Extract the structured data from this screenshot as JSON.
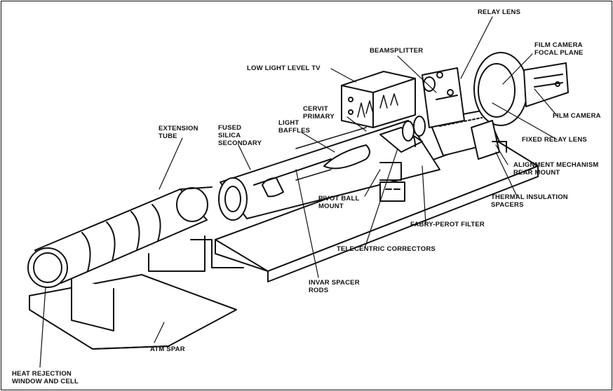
{
  "labels": {
    "relay_lens": [
      "RELAY LENS"
    ],
    "beamsplitter": [
      "BEAMSPLITTER"
    ],
    "film_camera_focal_plane": [
      "FILM CAMERA",
      "FOCAL PLANE"
    ],
    "low_light_level_tv": [
      "LOW LIGHT LEVEL TV"
    ],
    "film_camera": [
      "FILM CAMERA"
    ],
    "cervit_primary": [
      "CERVIT",
      "PRIMARY"
    ],
    "light_baffles": [
      "LIGHT",
      "BAFFLES"
    ],
    "extension_tube": [
      "EXTENSION",
      "TUBE"
    ],
    "fused_silica_secondary": [
      "FUSED",
      "SILICA",
      "SECONDARY"
    ],
    "fixed_relay_lens": [
      "FIXED RELAY LENS"
    ],
    "alignment_mechanism_rear_mount": [
      "ALIGNMENT MECHANISM",
      "REAR MOUNT"
    ],
    "thermal_insulation_spacers": [
      "THERMAL INSULATION",
      "SPACERS"
    ],
    "pivot_ball_mount": [
      "PIVOT BALL",
      "MOUNT"
    ],
    "fabry_perot_filter": [
      "FABRY-PEROT FILTER"
    ],
    "telecentric_correctors": [
      "TELECENTRIC CORRECTORS"
    ],
    "invar_spacer_rods": [
      "INVAR SPACER",
      "RODS"
    ],
    "atm_spar": [
      "ATM SPAR"
    ],
    "heat_rejection_window_and_cell": [
      "HEAT REJECTION",
      "WINDOW AND CELL"
    ]
  },
  "colors": {
    "ink": "#111111",
    "background": "#ffffff"
  }
}
